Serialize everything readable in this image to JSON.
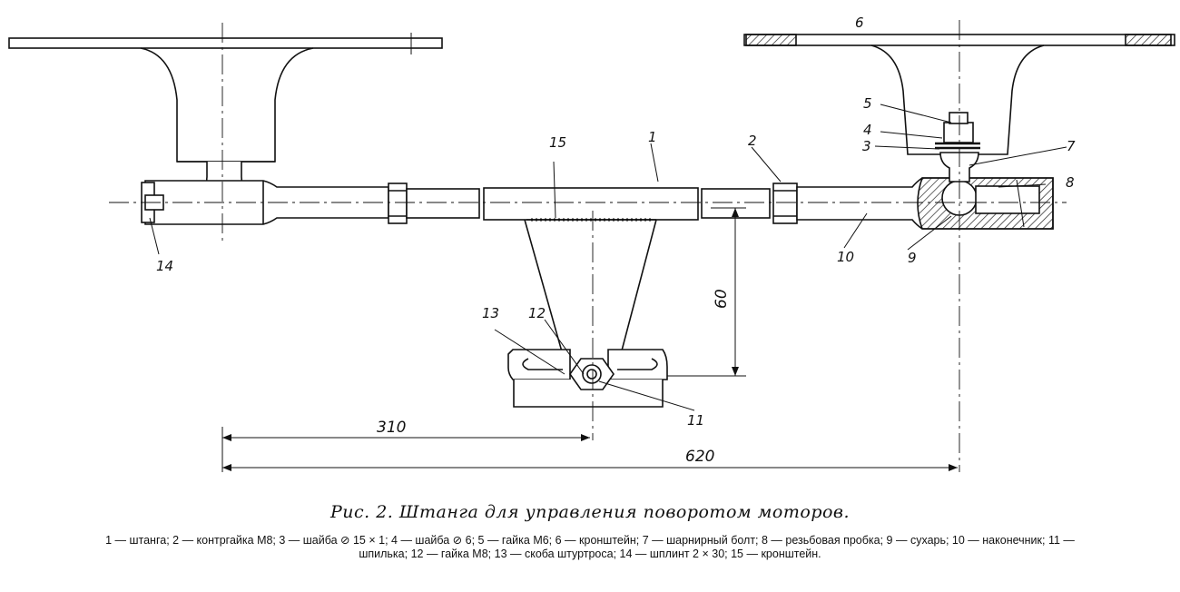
{
  "figure": {
    "title": "Рис. 2. Штанга для управления поворотом моторов.",
    "legend": "1 — штанга; 2 — контргайка М8; 3 — шайба ⊘ 15 × 1; 4 — шайба ⊘ 6; 5 — гайка М6; 6 — кронштейн; 7 — шарнирный болт; 8 — резьбовая пробка; 9 — сухарь; 10 — наконечник; 11 — шпилька; 12 — гайка М8; 13 — скоба штуртроса; 14 — шплинт 2 × 30; 15 — кронштейн."
  },
  "dimensions": {
    "half_span": "310",
    "full_span": "620",
    "offset": "60"
  },
  "callouts": {
    "c1": "1",
    "c2": "2",
    "c3": "3",
    "c4": "4",
    "c5": "5",
    "c6": "6",
    "c7": "7",
    "c8": "8",
    "c9": "9",
    "c10": "10",
    "c11": "11",
    "c12": "12",
    "c13": "13",
    "c14": "14",
    "c15": "15"
  }
}
